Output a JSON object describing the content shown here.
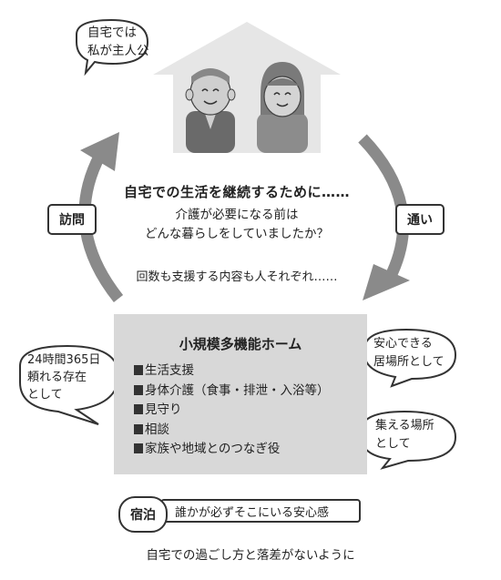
{
  "bubble_top_left": {
    "line1": "自宅では",
    "line2": "私が主人公"
  },
  "center": {
    "title": "自宅での生活を継続するために……",
    "question_line1": "介護が必要になる前は",
    "question_line2": "どんな暮らしをしていましたか？",
    "note": "回数も支援する内容も人それぞれ……"
  },
  "left_tag": "訪問",
  "right_tag": "通い",
  "home_service": {
    "title": "小規模多機能ホーム",
    "items": [
      "生活支援",
      "身体介護（食事・排泄・入浴等）",
      "見守り",
      "相談",
      "家族や地域とのつなぎ役"
    ]
  },
  "bubble_left": {
    "line1": "24時間365日",
    "line2": "頼れる存在",
    "line3": "として"
  },
  "bubble_right_top": {
    "line1": "安心できる",
    "line2": "居場所として"
  },
  "bubble_right_bottom": {
    "line1": "集える場所",
    "line2": "として"
  },
  "stay": {
    "tag": "宿泊",
    "text": "誰かが必ずそこにいる安心感"
  },
  "footer": "自宅での過ごし方と落差がないように",
  "colors": {
    "arrow": "#8a8a8a",
    "box": "#d8d8d8",
    "stroke": "#333333"
  }
}
